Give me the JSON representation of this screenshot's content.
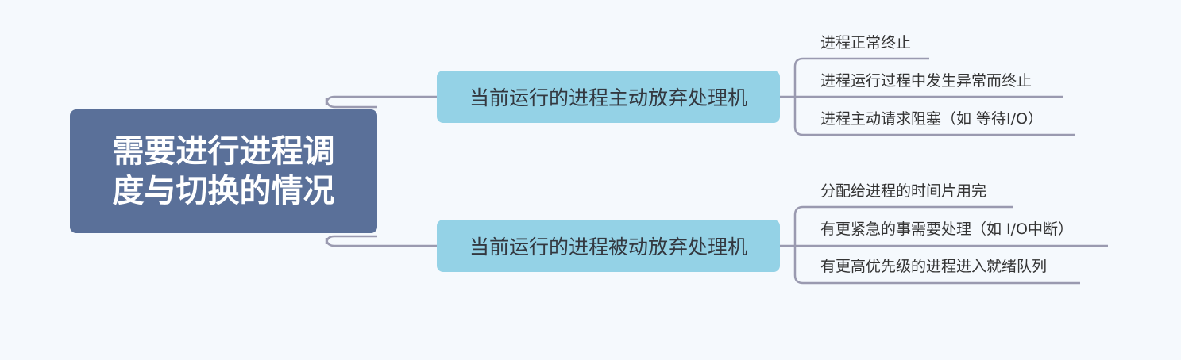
{
  "root": {
    "title": "需要进行进程调度与切换的情况"
  },
  "branches": [
    {
      "label": "当前运行的进程主动放弃处理机",
      "leaves": [
        "进程正常终止",
        "进程运行过程中发生异常而终止",
        "进程主动请求阻塞（如 等待I/O）"
      ]
    },
    {
      "label": "当前运行的进程被动放弃处理机",
      "leaves": [
        "分配给进程的时间片用完",
        "有更紧急的事需要处理（如 I/O中断）",
        "有更高优先级的进程进入就绪队列"
      ]
    }
  ],
  "colors": {
    "background": "#f5f9fd",
    "root_fill": "#5a7099",
    "branch_fill": "#94d2e6",
    "connector": "#9a9ab0"
  }
}
